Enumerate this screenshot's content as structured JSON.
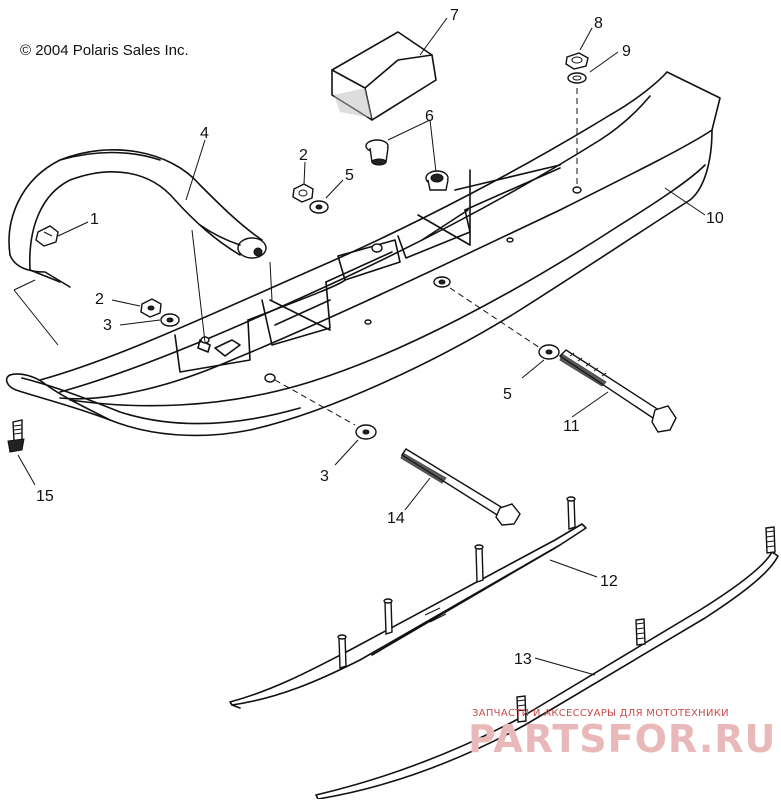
{
  "copyright": "© 2004 Polaris Sales Inc.",
  "callouts": [
    "1",
    "2",
    "3",
    "4",
    "5",
    "6",
    "7",
    "8",
    "9",
    "10",
    "11",
    "12",
    "13",
    "14",
    "15",
    "2",
    "3",
    "5"
  ],
  "watermark": {
    "tagline": "ЗАПЧАСТИ И АКСЕССУАРЫ ДЛЯ МОТОТЕХНИКИ",
    "brand": "PARTSFOR.RU"
  },
  "colors": {
    "line": "#111111",
    "watermark": "#c94b4b",
    "watermark_light": "#e9b9b9"
  }
}
